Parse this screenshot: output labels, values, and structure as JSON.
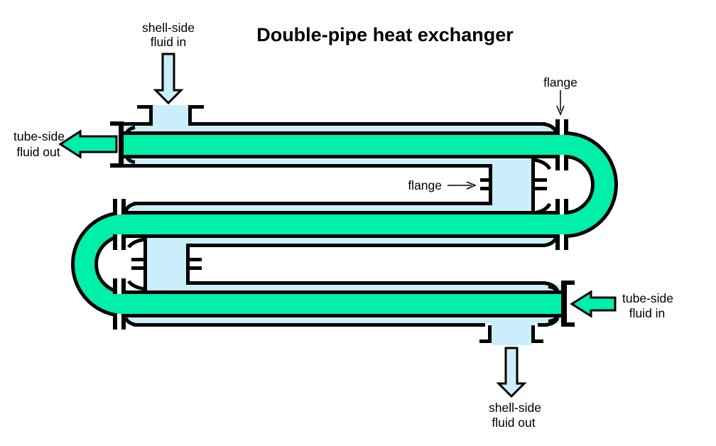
{
  "title": "Double-pipe heat exchanger",
  "colors": {
    "tube_fluid": "#00EFA9",
    "shell_fluid": "#CBEEFB",
    "outline": "#000000",
    "background": "#FFFFFF"
  },
  "labels": {
    "shell_in_line1": "shell-side",
    "shell_in_line2": "fluid in",
    "tube_out_line1": "tube-side",
    "tube_out_line2": "fluid out",
    "flange_top": "flange",
    "flange_middle": "flange",
    "tube_in_line1": "tube-side",
    "tube_in_line2": "fluid in",
    "shell_out_line1": "shell-side",
    "shell_out_line2": "fluid out"
  }
}
